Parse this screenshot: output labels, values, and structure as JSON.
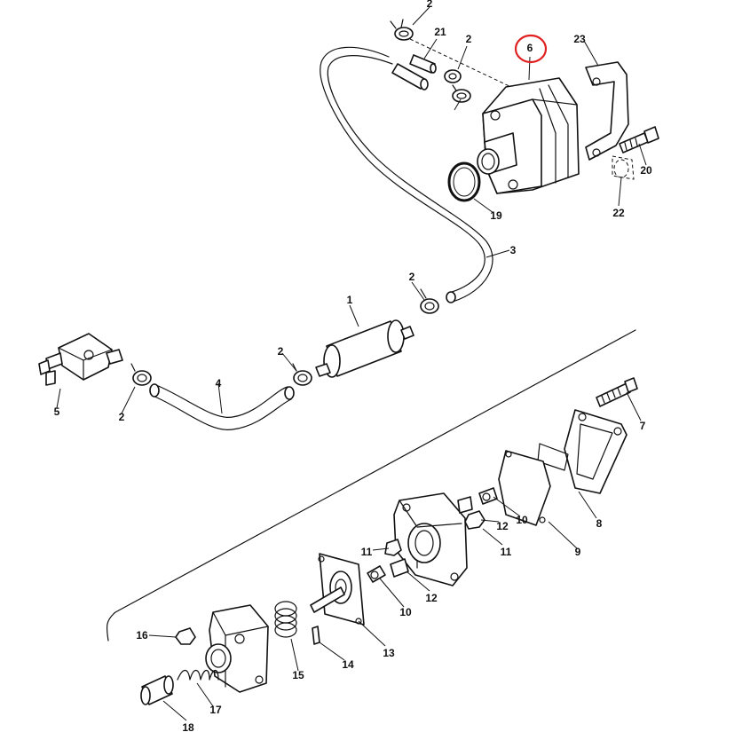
{
  "diagram": {
    "callouts": {
      "c1": "1",
      "c2a": "2",
      "c2b": "2",
      "c2c": "2",
      "c2d": "2",
      "c2e": "2",
      "c3": "3",
      "c4": "4",
      "c5": "5",
      "c6": "6",
      "c7": "7",
      "c8": "8",
      "c9": "9",
      "c10a": "10",
      "c10b": "10",
      "c11a": "11",
      "c11b": "11",
      "c12a": "12",
      "c12b": "12",
      "c13": "13",
      "c14": "14",
      "c15": "15",
      "c16": "16",
      "c17": "17",
      "c18": "18",
      "c19": "19",
      "c20": "20",
      "c21": "21",
      "c22": "22",
      "c23": "23"
    },
    "highlight_color": "#e02020"
  }
}
